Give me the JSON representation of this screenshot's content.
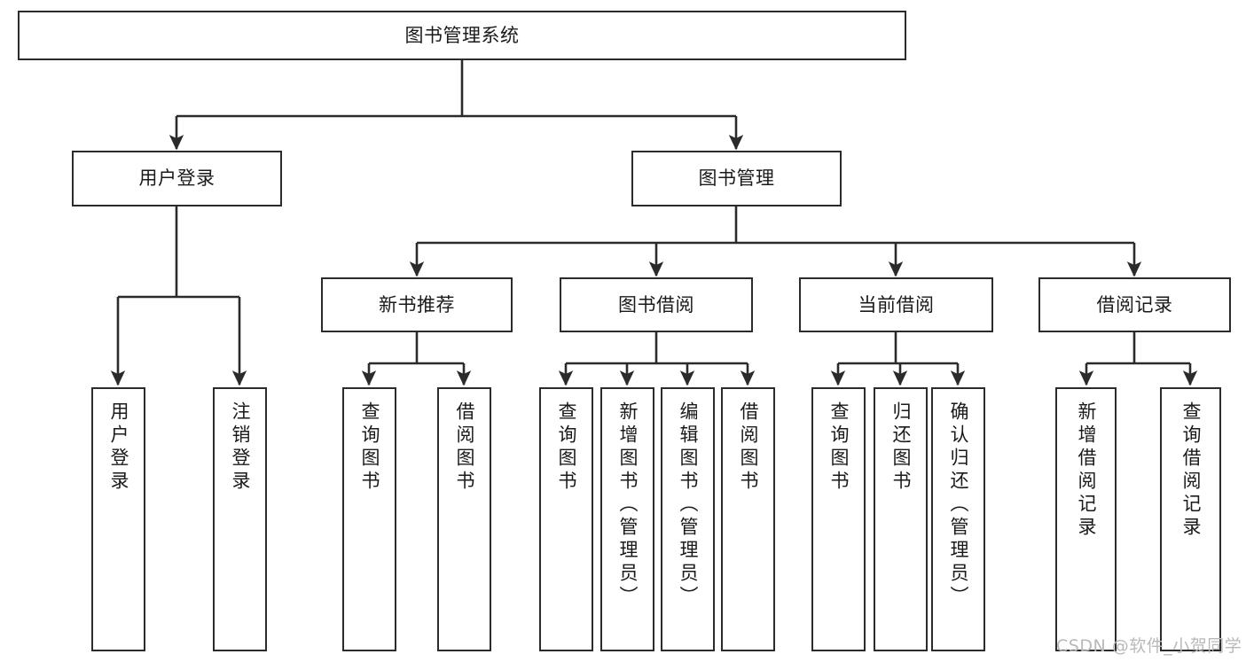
{
  "diagram": {
    "title": "图书管理系统",
    "type": "tree",
    "watermark": "CSDN @软件_小贺同学",
    "root": {
      "id": "root",
      "label": "图书管理系统",
      "orientation": "horizontal"
    },
    "level2": [
      {
        "id": "user-login",
        "label": "用户登录",
        "orientation": "horizontal"
      },
      {
        "id": "book-manage",
        "label": "图书管理",
        "orientation": "horizontal"
      }
    ],
    "level3": [
      {
        "id": "new-book-recommend",
        "label": "新书推荐",
        "orientation": "horizontal",
        "parent": "book-manage"
      },
      {
        "id": "book-borrow",
        "label": "图书借阅",
        "orientation": "horizontal",
        "parent": "book-manage"
      },
      {
        "id": "current-borrow",
        "label": "当前借阅",
        "orientation": "horizontal",
        "parent": "book-manage"
      },
      {
        "id": "borrow-record",
        "label": "借阅记录",
        "orientation": "horizontal",
        "parent": "book-manage"
      }
    ],
    "leaves": [
      {
        "id": "leaf-user-login",
        "label": "用户登录",
        "parent": "user-login"
      },
      {
        "id": "leaf-user-logout",
        "label": "注销登录",
        "parent": "user-login"
      },
      {
        "id": "leaf-query-book-1",
        "label": "查询图书",
        "parent": "new-book-recommend"
      },
      {
        "id": "leaf-borrow-book-1",
        "label": "借阅图书",
        "parent": "new-book-recommend"
      },
      {
        "id": "leaf-query-book-2",
        "label": "查询图书",
        "parent": "book-borrow"
      },
      {
        "id": "leaf-add-book",
        "label": "新增图书（管理员）",
        "parent": "book-borrow"
      },
      {
        "id": "leaf-edit-book",
        "label": "编辑图书（管理员）",
        "parent": "book-borrow"
      },
      {
        "id": "leaf-borrow-book-2",
        "label": "借阅图书",
        "parent": "book-borrow"
      },
      {
        "id": "leaf-query-book-3",
        "label": "查询图书",
        "parent": "current-borrow"
      },
      {
        "id": "leaf-return-book",
        "label": "归还图书",
        "parent": "current-borrow"
      },
      {
        "id": "leaf-confirm-return",
        "label": "确认归还（管理员）",
        "parent": "current-borrow"
      },
      {
        "id": "leaf-add-record",
        "label": "新增借阅记录",
        "parent": "borrow-record"
      },
      {
        "id": "leaf-query-record",
        "label": "查询借阅记录",
        "parent": "borrow-record"
      }
    ],
    "colors": {
      "stroke": "#2b2b2b",
      "fill": "#ffffff",
      "text": "#1a1a1a",
      "watermark": "#b9b9b9"
    }
  }
}
